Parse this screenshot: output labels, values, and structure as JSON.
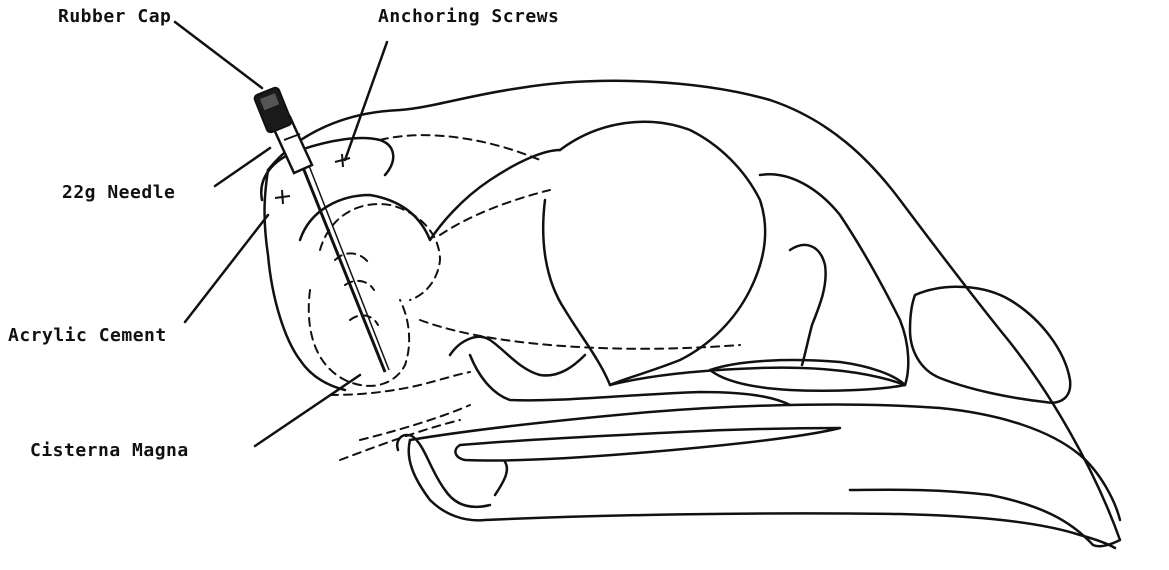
{
  "labels": {
    "rubber_cap": "Rubber Cap",
    "anchoring_screws": "Anchoring Screws",
    "needle": "22g Needle",
    "acrylic_cement": "Acrylic Cement",
    "cisterna_magna": "Cisterna Magna"
  },
  "colors": {
    "ink": "#111111",
    "paper": "#ffffff"
  }
}
